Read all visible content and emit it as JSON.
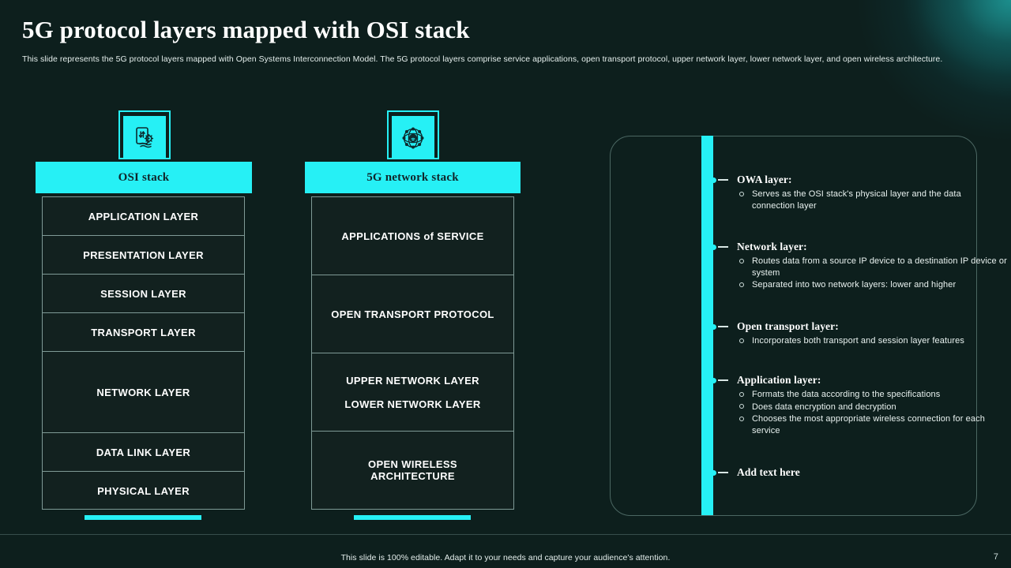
{
  "slide": {
    "title": "5G protocol layers mapped with OSI stack",
    "subtitle": "This slide represents the 5G protocol layers mapped with Open Systems Interconnection Model. The 5G protocol layers comprise service applications, open transport protocol, upper network layer, lower network layer,  and open wireless architecture.",
    "footer_note": "This slide is 100% editable. Adapt it to your needs and capture your audience's attention.",
    "page_number": "7",
    "accent_color": "#26f0f5",
    "background_color": "#0d1f1d"
  },
  "osi_stack": {
    "header": "OSI stack",
    "icon": "document-sync-gear-icon",
    "layers": [
      {
        "label": "APPLICATION LAYER"
      },
      {
        "label": "PRESENTATION LAYER"
      },
      {
        "label": "SESSION LAYER"
      },
      {
        "label": "TRANSPORT LAYER"
      },
      {
        "label": "NETWORK LAYER"
      },
      {
        "label": "DATA LINK LAYER"
      },
      {
        "label": "PHYSICAL LAYER"
      }
    ]
  },
  "fiveg_stack": {
    "header": "5G network stack",
    "icon": "network-hub-nodes-icon",
    "layers": [
      {
        "label": "APPLICATIONS of SERVICE",
        "label2": ""
      },
      {
        "label": "OPEN TRANSPORT PROTOCOL",
        "label2": ""
      },
      {
        "label": "UPPER NETWORK LAYER",
        "label2": "LOWER NETWORK LAYER"
      },
      {
        "label": "OPEN WIRELESS",
        "label2": "ARCHITECTURE"
      }
    ]
  },
  "details": {
    "groups": [
      {
        "heading": "OWA layer:",
        "items": [
          "Serves  as the OSI stack's physical layer and the data connection  layer"
        ]
      },
      {
        "heading": "Network layer:",
        "items": [
          "Routes data from a source IP device  to a destination IP device  or system",
          "Separated  into two network layers: lower and higher"
        ]
      },
      {
        "heading": "Open transport layer:",
        "items": [
          "Incorporates  both transport  and session layer features"
        ]
      },
      {
        "heading": "Application layer:",
        "items": [
          "Formats the data according to the specifications",
          "Does data encryption  and decryption",
          "Chooses the most appropriate  wireless connection  for each service"
        ]
      },
      {
        "heading": "Add text here",
        "items": []
      }
    ]
  }
}
